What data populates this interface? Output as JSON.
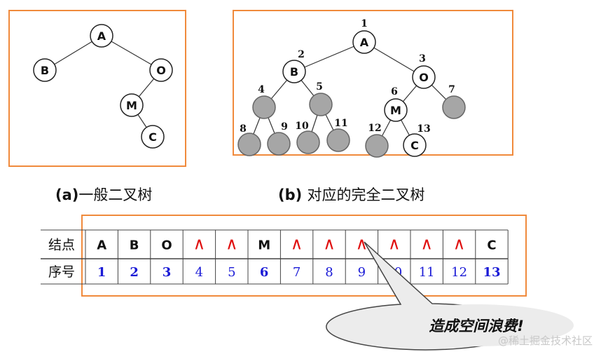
{
  "figure_a": {
    "caption_prefix": "(a)",
    "caption_text": "一般二叉树",
    "nodes": [
      {
        "id": "A",
        "label": "A"
      },
      {
        "id": "B",
        "label": "B"
      },
      {
        "id": "O",
        "label": "O"
      },
      {
        "id": "M",
        "label": "M"
      },
      {
        "id": "C",
        "label": "C"
      }
    ],
    "edges": [
      [
        "A",
        "B"
      ],
      [
        "A",
        "O"
      ],
      [
        "O",
        "M"
      ],
      [
        "M",
        "C"
      ]
    ]
  },
  "figure_b": {
    "caption_prefix": "(b)",
    "caption_text": "对应的完全二叉树",
    "nodes": [
      {
        "num": "1",
        "label": "A",
        "filled": false
      },
      {
        "num": "2",
        "label": "B",
        "filled": false
      },
      {
        "num": "3",
        "label": "O",
        "filled": false
      },
      {
        "num": "4",
        "label": "",
        "filled": true
      },
      {
        "num": "5",
        "label": "",
        "filled": true
      },
      {
        "num": "6",
        "label": "M",
        "filled": false
      },
      {
        "num": "7",
        "label": "",
        "filled": true
      },
      {
        "num": "8",
        "label": "",
        "filled": true
      },
      {
        "num": "9",
        "label": "",
        "filled": true
      },
      {
        "num": "10",
        "label": "",
        "filled": true
      },
      {
        "num": "11",
        "label": "",
        "filled": true
      },
      {
        "num": "12",
        "label": "",
        "filled": true
      },
      {
        "num": "13",
        "label": "C",
        "filled": false
      }
    ]
  },
  "table": {
    "row_labels": [
      "结点",
      "序号"
    ],
    "nodes": [
      "A",
      "B",
      "O",
      "∧",
      "∧",
      "M",
      "∧",
      "∧",
      "∧",
      "∧",
      "∧",
      "∧",
      "C"
    ],
    "numbers": [
      "1",
      "2",
      "3",
      "4",
      "5",
      "6",
      "7",
      "8",
      "9",
      "10",
      "11",
      "12",
      "13"
    ],
    "empty_marker": "∧"
  },
  "callout": "造成空间浪费!",
  "watermark": "@稀土掘金技术社区",
  "colors": {
    "frame": "#f08a3c",
    "node_fill": "#ffffff",
    "empty_node_fill": "#a6a6a6",
    "edge": "#333333",
    "number_color": "#1a1ad6",
    "empty_marker_color": "#e01010",
    "callout_fill": "#ececec"
  }
}
